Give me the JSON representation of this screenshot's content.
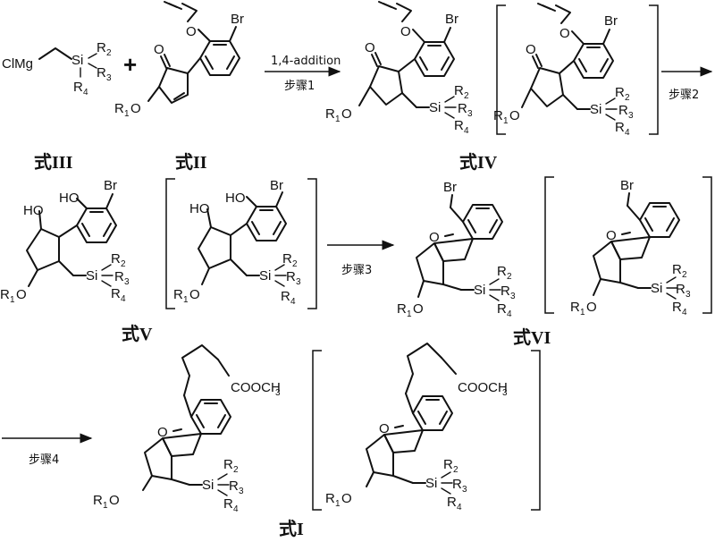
{
  "labels": {
    "formula_III": "式III",
    "formula_II": "式II",
    "formula_IV": "式IV",
    "formula_V": "式V",
    "formula_VI": "式VI",
    "formula_I": "式I"
  },
  "arrows": {
    "step1_top": "1,4-addition",
    "step1_bottom": "步骤1",
    "step2": "步骤2",
    "step3": "步骤3",
    "step4": "步骤4"
  },
  "atoms": {
    "grignard": "ClMg",
    "si": "Si",
    "r": "R",
    "r1": "1",
    "r2": "2",
    "r3": "3",
    "r4": "4",
    "o": "O",
    "br": "Br",
    "ho": "HO",
    "ester": "COOCH",
    "ester_sub": "3",
    "plus": "+"
  }
}
